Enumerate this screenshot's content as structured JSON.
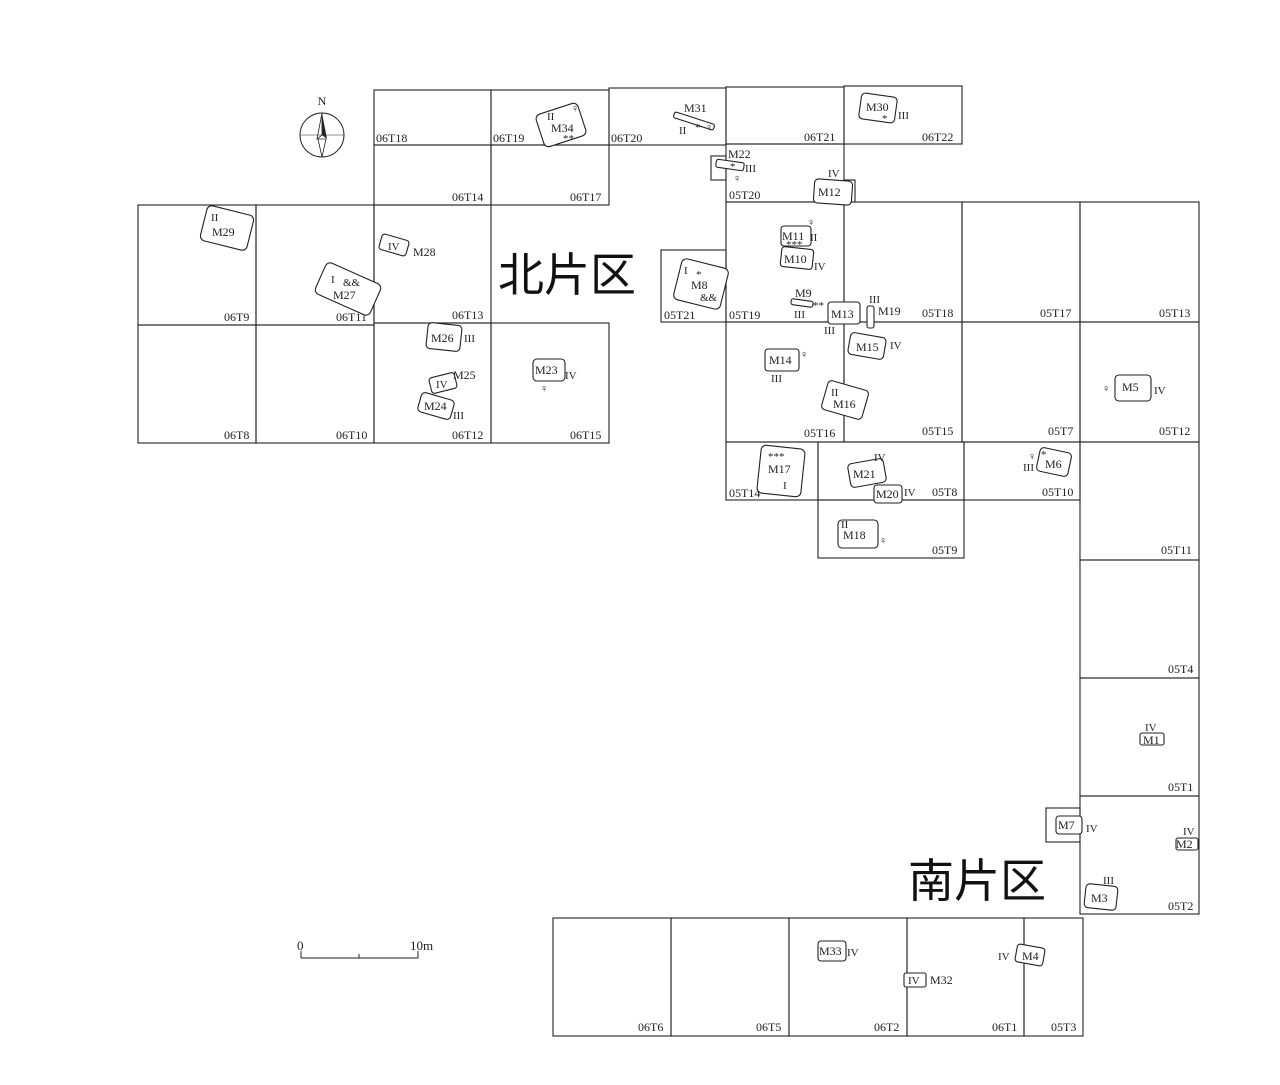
{
  "regions": {
    "north": "北片区",
    "south": "南片区"
  },
  "compass": {
    "label": "N"
  },
  "scale": {
    "start": "0",
    "end": "10m"
  },
  "trenches": [
    "06T18",
    "06T19",
    "06T20",
    "06T21",
    "06T22",
    "06T14",
    "06T17",
    "05T20",
    "06T9",
    "06T11",
    "06T13",
    "05T21",
    "05T19",
    "05T18",
    "05T17",
    "05T13",
    "06T8",
    "06T10",
    "06T12",
    "06T15",
    "05T16",
    "05T15",
    "05T7",
    "05T12",
    "05T14",
    "05T8",
    "05T10",
    "05T9",
    "05T11",
    "05T4",
    "05T1",
    "05T2",
    "06T6",
    "06T5",
    "06T2",
    "06T1",
    "05T3"
  ],
  "tombs": [
    {
      "id": "M34",
      "marks": [
        "II",
        "♀",
        "**"
      ]
    },
    {
      "id": "M31",
      "marks": [
        "II",
        "*",
        "♀"
      ]
    },
    {
      "id": "M30",
      "marks": [
        "*",
        "III"
      ]
    },
    {
      "id": "M22",
      "marks": [
        "*",
        "III",
        "♀"
      ]
    },
    {
      "id": "M12",
      "marks": [
        "IV"
      ]
    },
    {
      "id": "M29",
      "marks": [
        "II"
      ]
    },
    {
      "id": "M28",
      "marks": [
        "IV"
      ]
    },
    {
      "id": "M27",
      "marks": [
        "I",
        "&&"
      ]
    },
    {
      "id": "M8",
      "marks": [
        "I",
        "*",
        "&&"
      ]
    },
    {
      "id": "M11",
      "marks": [
        "♀",
        "***",
        "II"
      ]
    },
    {
      "id": "M10",
      "marks": [
        "IV"
      ]
    },
    {
      "id": "M9",
      "marks": [
        "**",
        "III"
      ]
    },
    {
      "id": "M13",
      "marks": [
        "III"
      ]
    },
    {
      "id": "M19",
      "marks": [
        "III"
      ]
    },
    {
      "id": "M26",
      "marks": [
        "III"
      ]
    },
    {
      "id": "M23",
      "marks": [
        "IV",
        "♀"
      ]
    },
    {
      "id": "M25",
      "marks": [
        "IV"
      ]
    },
    {
      "id": "M24",
      "marks": [
        "III"
      ]
    },
    {
      "id": "M14",
      "marks": [
        "♀",
        "III"
      ]
    },
    {
      "id": "M15",
      "marks": [
        "IV"
      ]
    },
    {
      "id": "M16",
      "marks": [
        "II"
      ]
    },
    {
      "id": "M5",
      "marks": [
        "♀",
        "IV"
      ]
    },
    {
      "id": "M17",
      "marks": [
        "***",
        "I"
      ]
    },
    {
      "id": "M21",
      "marks": [
        "IV"
      ]
    },
    {
      "id": "M20",
      "marks": [
        "IV"
      ]
    },
    {
      "id": "M6",
      "marks": [
        "♀",
        "*",
        "III"
      ]
    },
    {
      "id": "M18",
      "marks": [
        "II",
        "♀"
      ]
    },
    {
      "id": "M1",
      "marks": [
        "IV"
      ]
    },
    {
      "id": "M7",
      "marks": [
        "IV"
      ]
    },
    {
      "id": "M2",
      "marks": [
        "IV"
      ]
    },
    {
      "id": "M3",
      "marks": [
        "III"
      ]
    },
    {
      "id": "M33",
      "marks": [
        "IV"
      ]
    },
    {
      "id": "M32",
      "marks": [
        "IV"
      ]
    },
    {
      "id": "M4",
      "marks": [
        "IV"
      ]
    }
  ]
}
